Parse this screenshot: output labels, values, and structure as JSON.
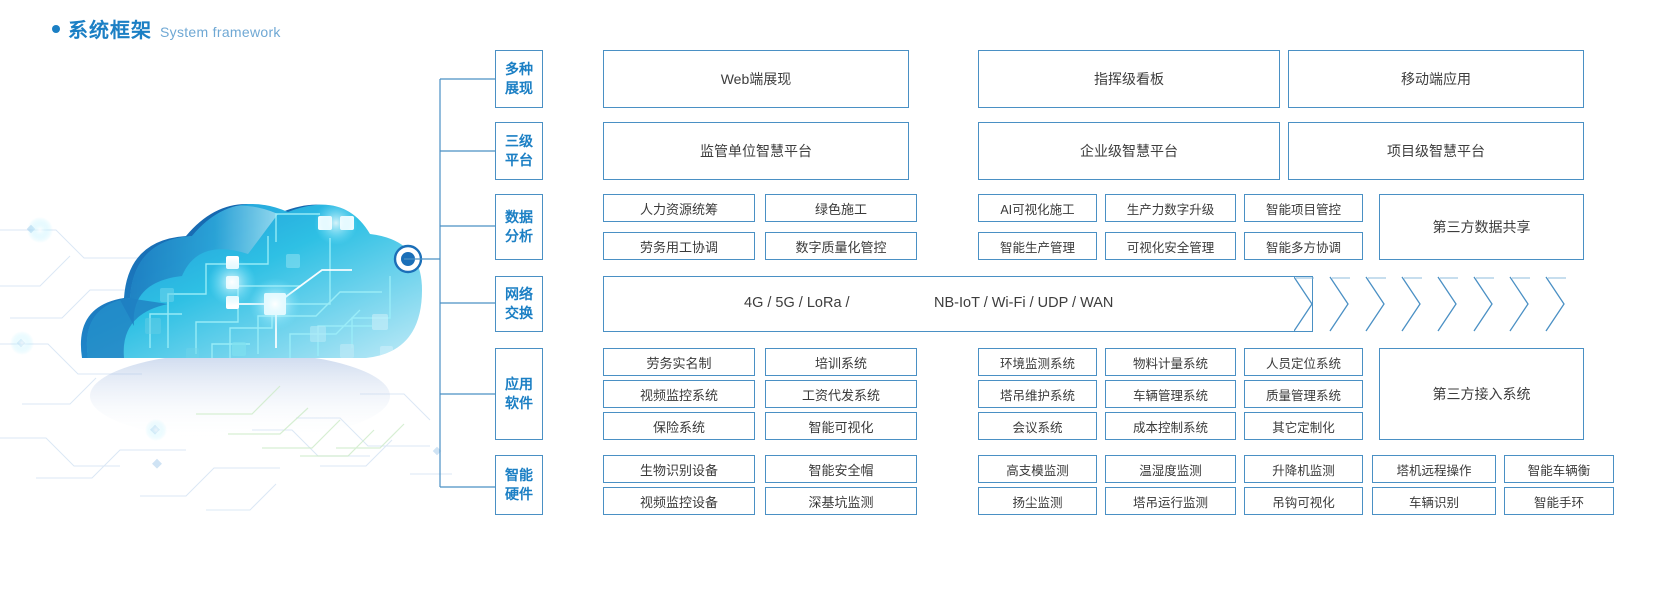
{
  "header": {
    "bullet_icon": "bullet-dot-icon",
    "title_cn": "系统框架",
    "title_en": "System framework",
    "accent_color": "#1b7fc4",
    "border_color": "#4a90c4"
  },
  "illustration": {
    "name": "cloud-computing-illustration",
    "node_icon": "connector-node-icon"
  },
  "rows": [
    {
      "label": "多种\n展现",
      "label_line1": "多种",
      "label_line2": "展现",
      "groups": [
        {
          "items": [
            "Web端展现"
          ]
        },
        {
          "items": [
            "指挥级看板"
          ]
        },
        {
          "items": [
            "移动端应用"
          ]
        }
      ]
    },
    {
      "label_line1": "三级",
      "label_line2": "平台",
      "groups": [
        {
          "items": [
            "监管单位智慧平台"
          ]
        },
        {
          "items": [
            "企业级智慧平台"
          ]
        },
        {
          "items": [
            "项目级智慧平台"
          ]
        }
      ]
    },
    {
      "label_line1": "数据",
      "label_line2": "分析",
      "left_grid": [
        [
          "人力资源统筹",
          "绿色施工"
        ],
        [
          "劳务用工协调",
          "数字质量化管控"
        ]
      ],
      "mid_grid": [
        [
          "AI可视化施工",
          "生产力数字升级",
          "智能项目管控"
        ],
        [
          "智能生产管理",
          "可视化安全管理",
          "智能多方协调"
        ]
      ],
      "right_box": "第三方数据共享"
    },
    {
      "label_line1": "网络",
      "label_line2": "交换",
      "text_left": "4G / 5G / LoRa /",
      "text_right": "NB-IoT / Wi-Fi / UDP / WAN",
      "chevron_count": 8
    },
    {
      "label_line1": "应用",
      "label_line2": "软件",
      "left_grid": [
        [
          "劳务实名制",
          "培训系统"
        ],
        [
          "视频监控系统",
          "工资代发系统"
        ],
        [
          "保险系统",
          "智能可视化"
        ]
      ],
      "mid_grid": [
        [
          "环境监测系统",
          "物料计量系统",
          "人员定位系统"
        ],
        [
          "塔吊维护系统",
          "车辆管理系统",
          "质量管理系统"
        ],
        [
          "会议系统",
          "成本控制系统",
          "其它定制化"
        ]
      ],
      "right_box": "第三方接入系统"
    },
    {
      "label_line1": "智能",
      "label_line2": "硬件",
      "left_grid": [
        [
          "生物识别设备",
          "智能安全帽"
        ],
        [
          "视频监控设备",
          "深基坑监测"
        ]
      ],
      "mid_grid": [
        [
          "高支模监测",
          "温湿度监测",
          "升降机监测"
        ],
        [
          "扬尘监测",
          "塔吊运行监测",
          "吊钩可视化"
        ]
      ],
      "far_grid": [
        [
          "塔机远程操作",
          "智能车辆衡"
        ],
        [
          "车辆识别",
          "智能手环"
        ]
      ]
    }
  ]
}
